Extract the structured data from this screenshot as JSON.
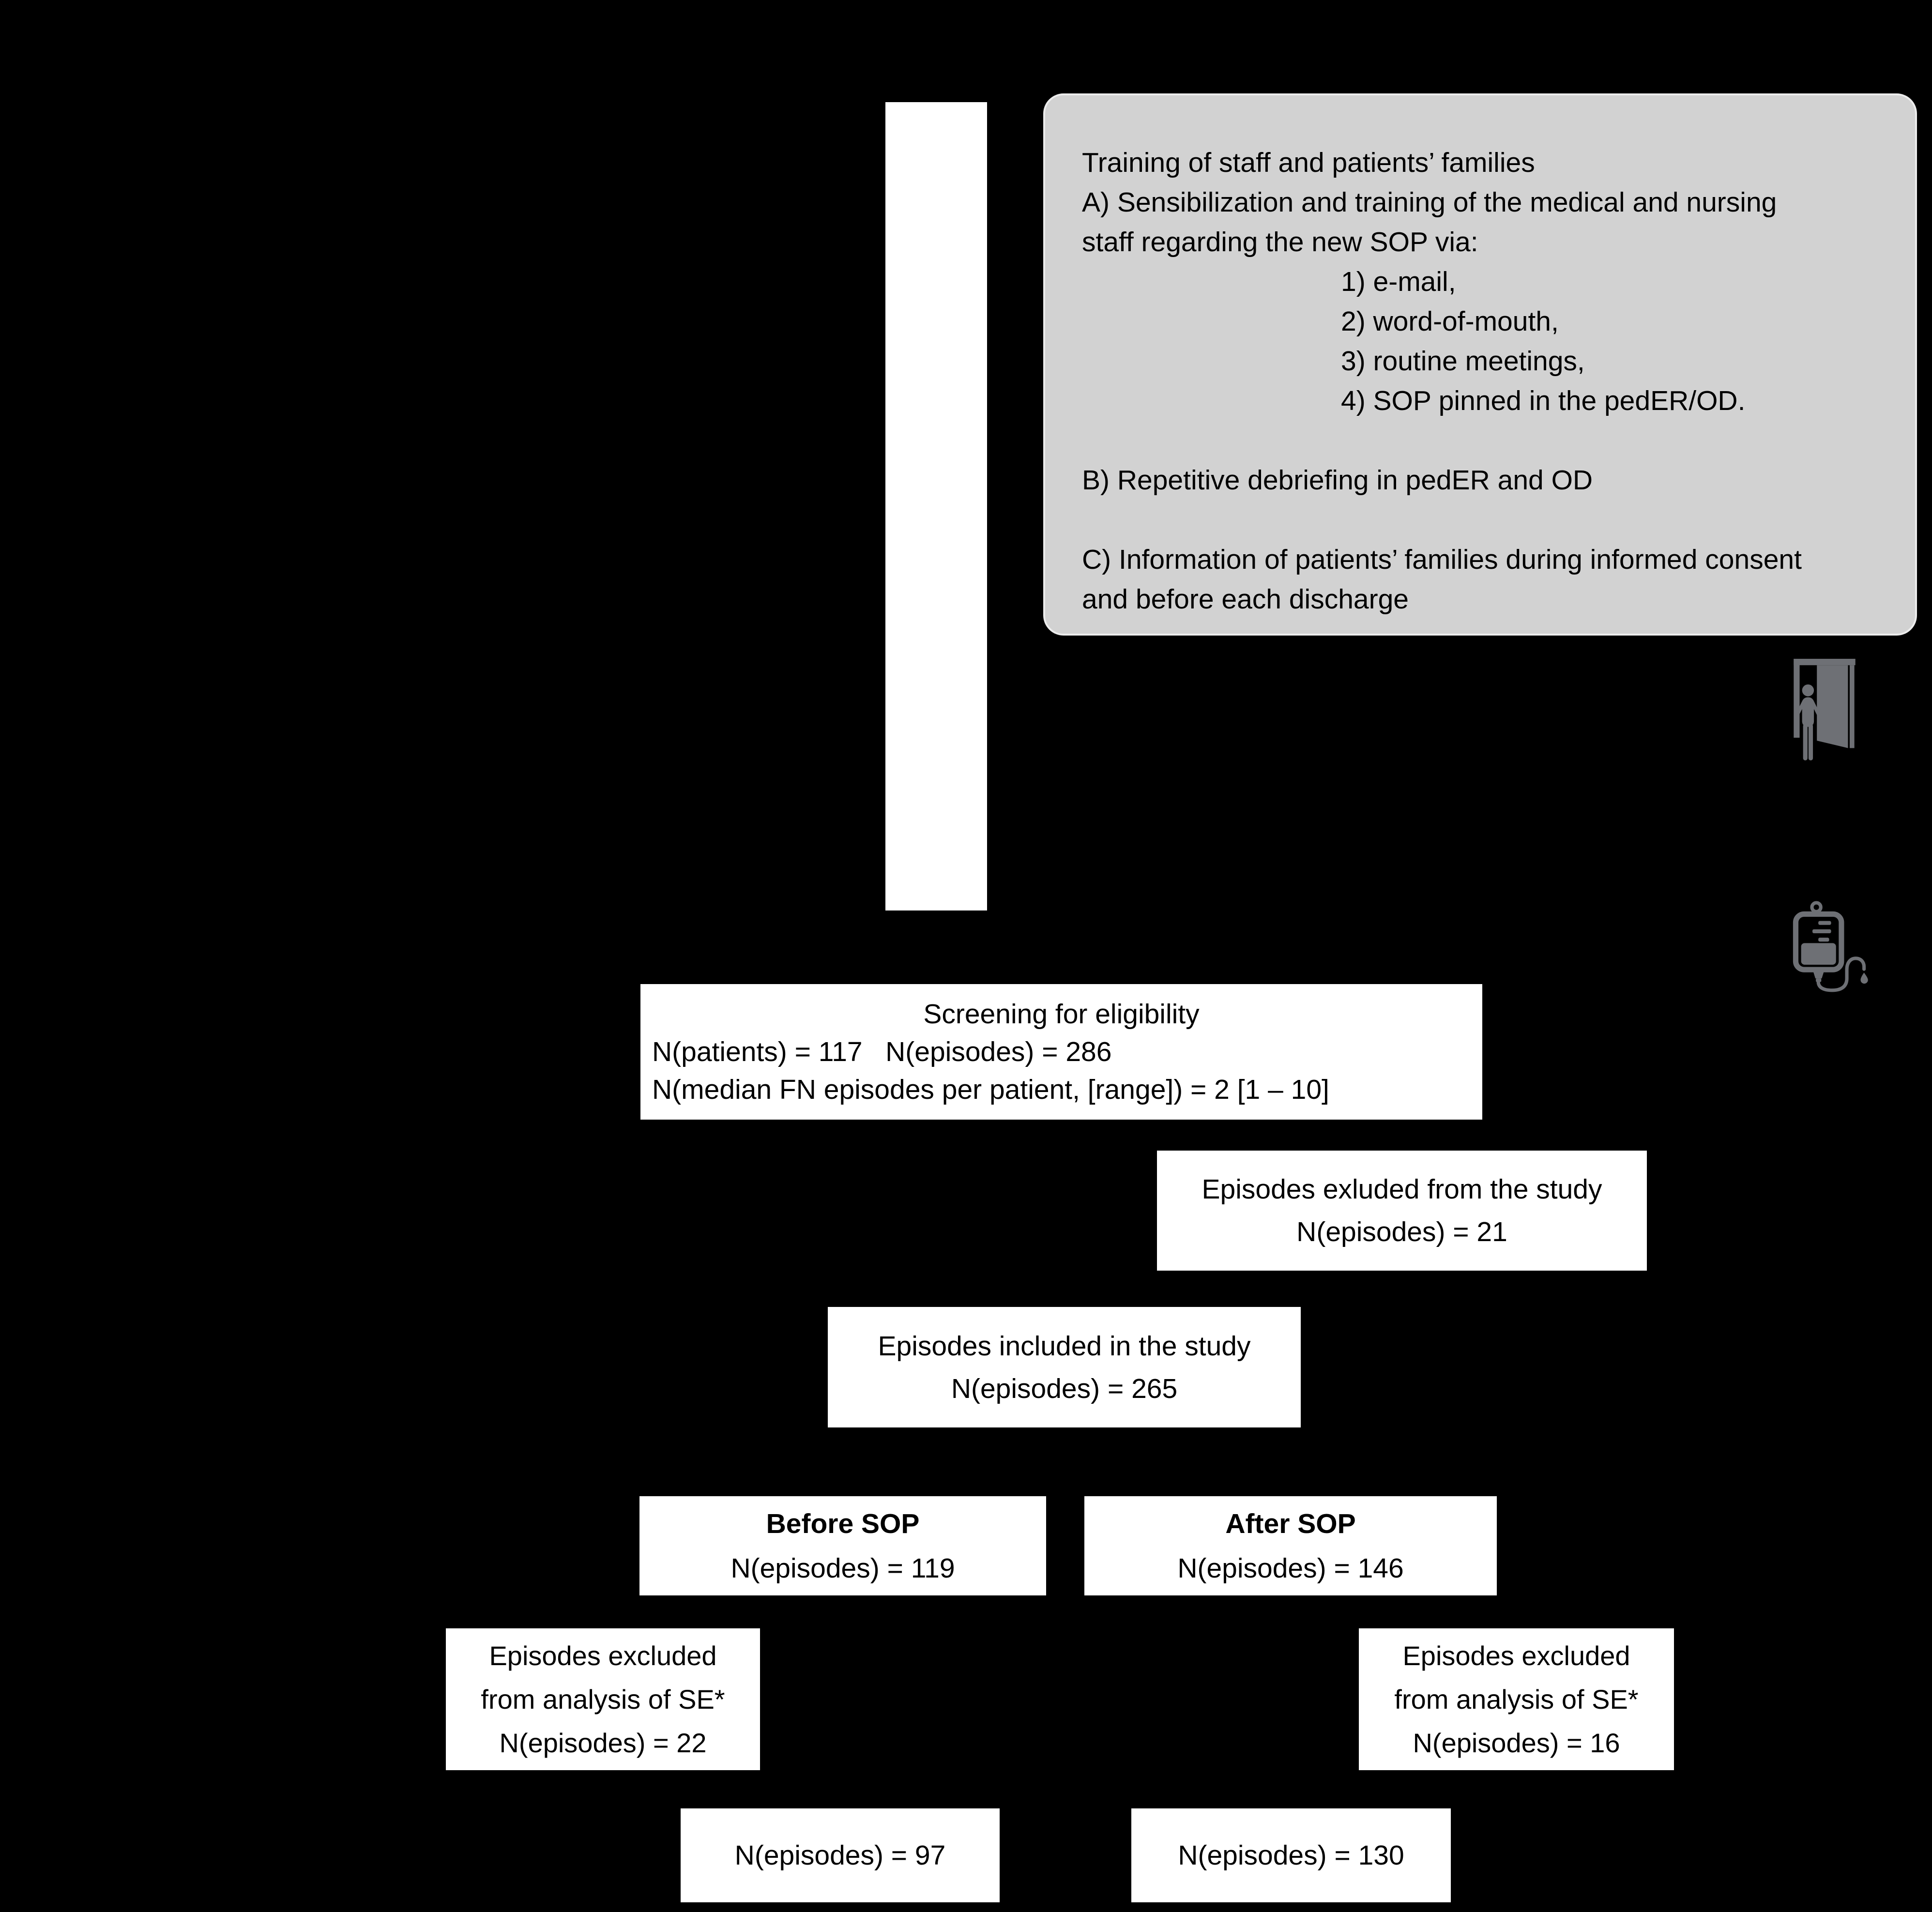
{
  "colors": {
    "background": "#000000",
    "panel": "#ffffff",
    "note_fill": "#d2d2d2",
    "note_border": "#ececec",
    "icon_gray": "#6e7075",
    "text": "#000000"
  },
  "timeline": {
    "icons": [
      "phone-ringing-icon",
      "open-door-person-icon",
      "iv-infusion-bag-icon"
    ]
  },
  "note": {
    "lines": [
      "Training of staff and patients’ families",
      "A) Sensibilization and training of the medical and nursing",
      "staff regarding the new SOP via:",
      "1) e-mail,",
      "2) word-of-mouth,",
      "3) routine meetings,",
      "4) SOP pinned in the pedER/OD.",
      "",
      "B) Repetitive debriefing in pedER and OD",
      "",
      "C) Information of patients’ families during informed consent",
      "and before each discharge"
    ]
  },
  "boxes": {
    "screening": {
      "title": "Screening for eligibility",
      "line2": "N(patients) = 117   N(episodes) = 286",
      "line3": "N(median FN episodes per patient, [range]) = 2 [1 – 10]"
    },
    "excluded_study": {
      "line1": "Episodes exluded from the study",
      "line2": "N(episodes) = 21"
    },
    "included_study": {
      "line1": "Episodes included in the study",
      "line2": "N(episodes) = 265"
    },
    "before_sop": {
      "title": "Before SOP",
      "line2": "N(episodes) = 119"
    },
    "after_sop": {
      "title": "After SOP",
      "line2": "N(episodes) = 146"
    },
    "se_excluded_before": {
      "line1": "Episodes excluded",
      "line2": "from analysis of SE*",
      "line3": "N(episodes) = 22"
    },
    "se_excluded_after": {
      "line1": "Episodes excluded",
      "line2": "from analysis of SE*",
      "line3": "N(episodes) = 16"
    },
    "analyzed_before": {
      "line1": "N(episodes) = 97"
    },
    "analyzed_after": {
      "line1": "N(episodes) = 130"
    }
  }
}
